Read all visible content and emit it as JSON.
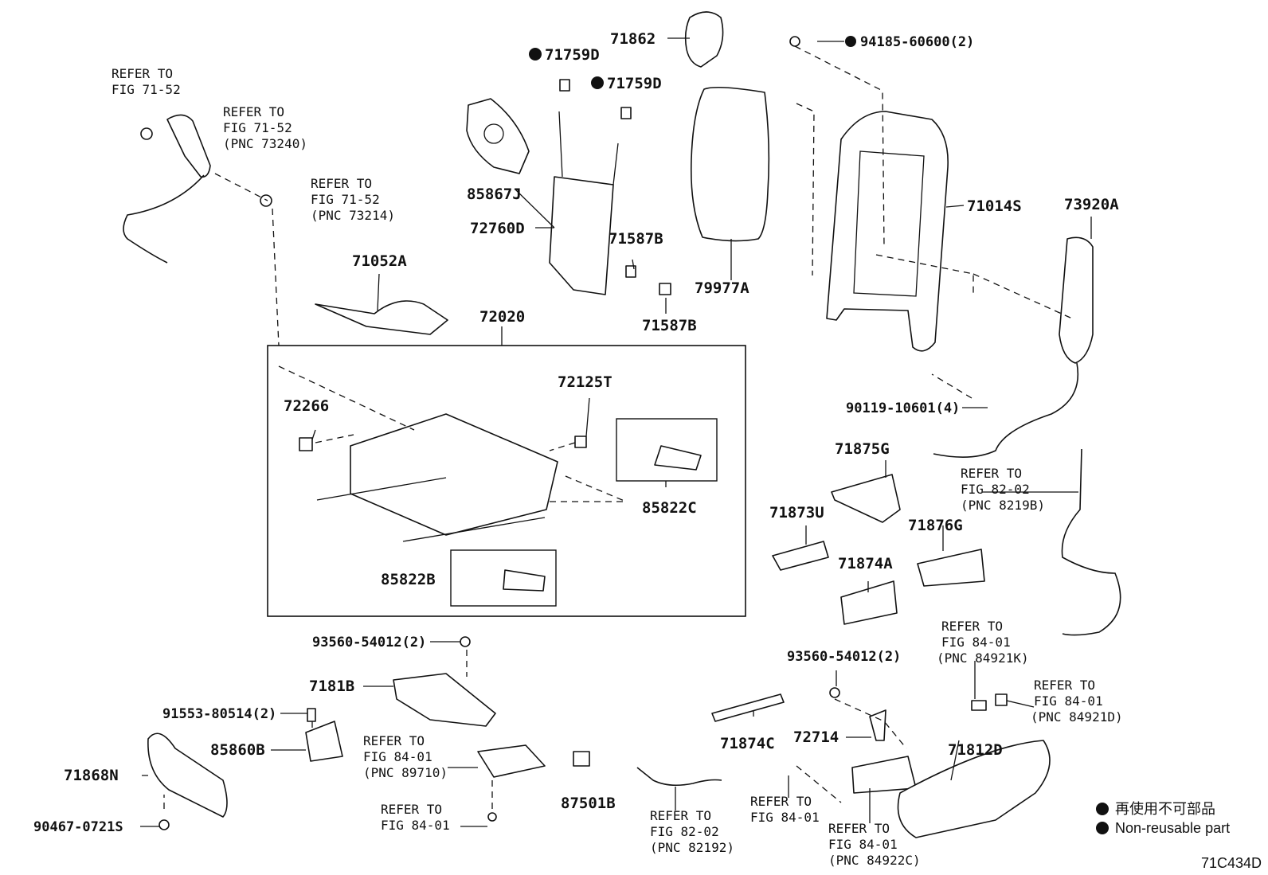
{
  "drawing_code": "71C434D",
  "legend": {
    "jp": "再使用不可部品",
    "en": "Non-reusable part"
  },
  "labels": {
    "p71862": "71862",
    "p71759d_a": "71759D",
    "p71759d_b": "71759D",
    "p94185": "94185-60600(2)",
    "p85867j": "85867J",
    "p72760d": "72760D",
    "p71587b_a": "71587B",
    "p71587b_b": "71587B",
    "p79977a": "79977A",
    "p71014s": "71014S",
    "p73920a": "73920A",
    "p71052a": "71052A",
    "p72020": "72020",
    "p72266": "72266",
    "p72125t": "72125T",
    "p85822c": "85822C",
    "p85822b": "85822B",
    "p90119": "90119-10601(4)",
    "p71875g": "71875G",
    "p71873u": "71873U",
    "p71876g": "71876G",
    "p71874a": "71874A",
    "p93560_a": "93560-54012(2)",
    "p7181b": "7181B",
    "p91553": "91553-80514(2)",
    "p85860b": "85860B",
    "p71868n": "71868N",
    "p90467": "90467-0721S",
    "p87501b": "87501B",
    "p93560_b": "93560-54012(2)",
    "p71874c": "71874C",
    "p72714": "72714",
    "p71812d": "71812D"
  },
  "refs": {
    "r1": [
      "REFER TO",
      "FIG 71-52"
    ],
    "r2": [
      "REFER TO",
      "FIG 71-52",
      "(PNC 73240)"
    ],
    "r3": [
      "REFER TO",
      "FIG 71-52",
      "(PNC 73214)"
    ],
    "r4": [
      "REFER TO",
      "FIG 82-02",
      "(PNC 8219B)"
    ],
    "r5": [
      "REFER TO",
      "FIG 84-01",
      "(PNC 84921K)"
    ],
    "r6": [
      "REFER TO",
      "FIG 84-01",
      "(PNC 84921D)"
    ],
    "r7": [
      "REFER TO",
      "FIG 84-01",
      "(PNC 89710)"
    ],
    "r8": [
      "REFER TO",
      "FIG 84-01"
    ],
    "r9": [
      "REFER TO",
      "FIG 82-02",
      "(PNC 82192)"
    ],
    "r10": [
      "REFER TO",
      "FIG 84-01"
    ],
    "r11": [
      "REFER TO",
      "FIG 84-01",
      "(PNC 84922C)"
    ]
  }
}
